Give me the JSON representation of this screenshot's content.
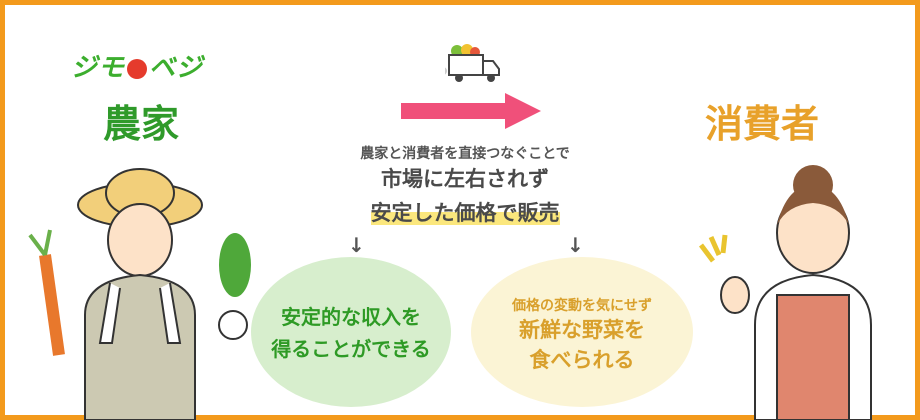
{
  "brand": {
    "logo_text_1": "ジモ",
    "logo_text_2": "ベジ"
  },
  "farmer": {
    "title": "農家"
  },
  "consumer": {
    "title": "消費者"
  },
  "center": {
    "lead": "農家と消費者を直接つなぐことで",
    "line2": "市場に左右されず",
    "line3": "安定した価格で販売",
    "arrow_down": "↓"
  },
  "farmer_bubble": {
    "line1": "安定的な収入を",
    "line2": "得ることができる"
  },
  "consumer_bubble": {
    "line1": "価格の変動を気にせず",
    "line2": "新鮮な野菜を",
    "line3": "食べられる"
  },
  "colors": {
    "border": "#f39a1c",
    "green": "#2f9a2a",
    "orange": "#e8a12a",
    "arrow": "#f0507a"
  }
}
